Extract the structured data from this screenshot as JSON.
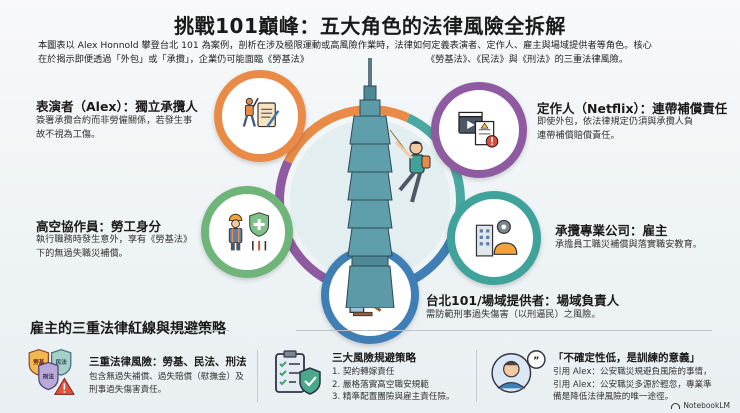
{
  "header": {
    "title": "挑戰101巔峰：五大角色的法律風險全拆解",
    "intro_line1": "本圖表以 Alex Honnold 攀登台北 101 為案例，剖析在涉及極限運動或高風險作業時，法律如何定義表演者、定作人、雇主與場域提供者等角色。核心",
    "intro_line2a": "在於揭示即便透過「外包」或「承攬」，企業仍可能面臨《勞基法》",
    "intro_line2b": "《勞基法》、《民法》與《刑法》的三重法律風險。"
  },
  "roles": [
    {
      "title": "表演者（Alex）：獨立承攬人",
      "desc": "簽署承攬合約而非勞僱關係，若發生事故不視為工傷。",
      "icon": "climber-contract-icon",
      "ring_color": "#e98b46"
    },
    {
      "title": "定作人（Netflix）：連帶補償責任",
      "desc": "即使外包，依法律規定仍須與承攬人負連帶補償賠償責任。",
      "icon": "film-clapper-warning-icon",
      "ring_color": "#8e5aa0"
    },
    {
      "title": "高空協作員：勞工身分",
      "desc": "執行職務時發生意外，享有《勞基法》下的無過失職災補償。",
      "icon": "worker-shield-tools-icon",
      "ring_color": "#6fb57a"
    },
    {
      "title": "承攬專業公司：雇主",
      "desc": "承擔員工職災補償與落實職安教育。",
      "icon": "building-gear-helmet-icon",
      "ring_color": "#3fa39c"
    },
    {
      "title": "台北101/場域提供者：場域負責人",
      "desc": "需防範刑事過失傷害（以刑逼民）之風險。",
      "icon": "building-gavel-camera-icon",
      "ring_color": "#3f7fb5"
    }
  ],
  "bottom": {
    "section_title": "雇主的三重法律紅線與規避策略",
    "cards": [
      {
        "title": "三重法律風險：勞基、民法、刑法",
        "text": "包含無過失補償、過失賠償（慰撫金）及刑事過失傷害責任。",
        "icon": "triple-shield-warning-icon",
        "shield_labels": [
          "勞基",
          "民法",
          "刑法"
        ]
      },
      {
        "title": "三大風險規避策略",
        "items": [
          "1. 契約轉嫁責任",
          "2. 嚴格落實高空職安規範",
          "3. 精準配置團險與雇主責任險。"
        ],
        "icon": "checklist-shield-icon"
      },
      {
        "title": "「不確定性低，是訓練的意義」",
        "text": "引用 Alex：公安職災規避負風險的事情，引用 Alex：公安職災多源於輕忽，專業準備是降低法律風險的唯一途徑。",
        "icon": "speaker-quote-icon"
      }
    ]
  },
  "brand": {
    "label": "NotebookLM"
  }
}
